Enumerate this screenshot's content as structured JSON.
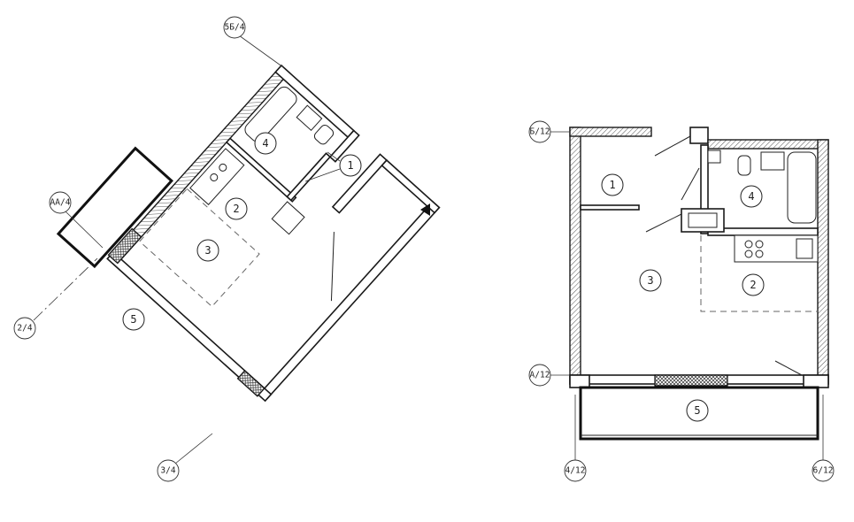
{
  "plans": [
    {
      "id": "plan-left",
      "rooms": [
        "1",
        "2",
        "3",
        "4",
        "5"
      ],
      "axes": [
        "5Б/4",
        "АА/4",
        "2/4",
        "3/4"
      ]
    },
    {
      "id": "plan-right",
      "rooms": [
        "1",
        "2",
        "3",
        "4",
        "5"
      ],
      "axes": [
        "Б/12",
        "А/12",
        "4/12",
        "6/12"
      ]
    }
  ]
}
